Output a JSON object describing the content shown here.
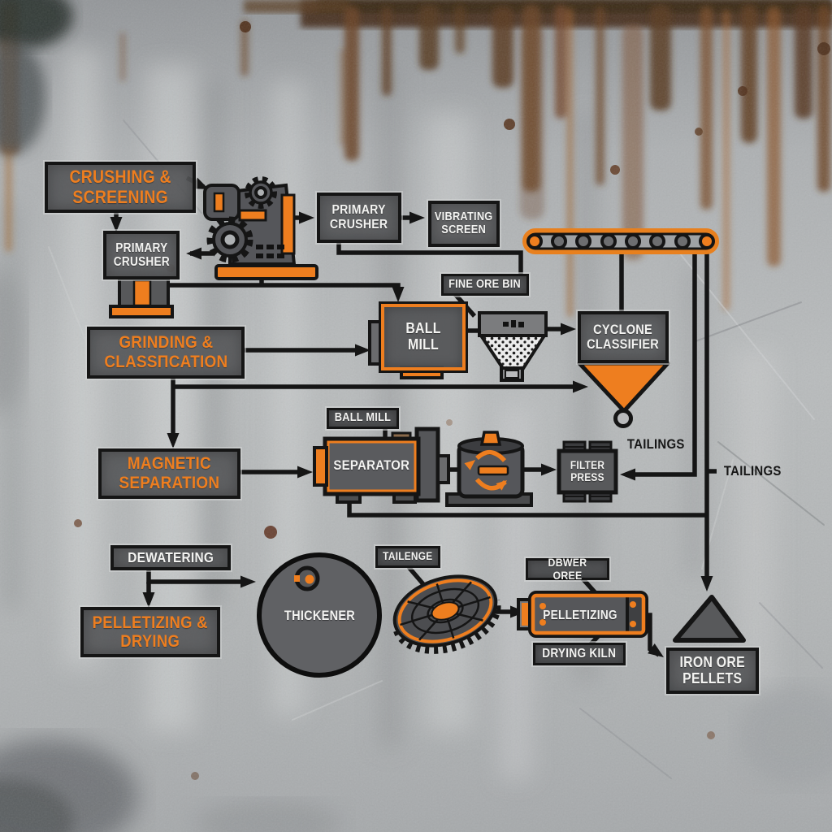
{
  "palette": {
    "orange": "#EE7E1F",
    "boxfill": "#58595B",
    "line": "#151515",
    "whitetext": "#F3F3F1",
    "darktext": "#161616",
    "background": "#B3B6B7",
    "rust": "#7A4C28"
  },
  "nodes": {
    "crushing_screening": {
      "label": "CRUSHING &\nSCREENING"
    },
    "primary_crusher_1": {
      "label": "PRIMARY\nCRUSHER"
    },
    "primary_crusher_2": {
      "label": "PRIMARY\nCRUSHER"
    },
    "vibrating_screen": {
      "label": "VIBRATING\nSCREEN"
    },
    "fine_ore_bin": {
      "label": "FINE ORE BIN"
    },
    "ball_mill": {
      "label": "BALL MILL"
    },
    "grinding_classification": {
      "label": "GRINDING &\nCLASSΠCATION"
    },
    "cyclone_classifier": {
      "label": "CYCLONE\nCLASSIFIER"
    },
    "magnetic_separation": {
      "label": "MAGNETIC\nSEPARATION"
    },
    "ball_mill_tag": {
      "label": "BALL MILL"
    },
    "separator": {
      "label": "SEPARATOR"
    },
    "filter_press": {
      "label": "FILTER\nPRESS"
    },
    "tailings_1": {
      "label": "TAILINGS"
    },
    "tailings_2": {
      "label": "TAILINGS"
    },
    "dewatering": {
      "label": "DEWATERING"
    },
    "pelletizing_drying": {
      "label": "PELLETIZING &\nDRYING"
    },
    "thickener": {
      "label": "THICKENER"
    },
    "tailenge_tag": {
      "label": "TAILENGE"
    },
    "dbwer_oree_tag": {
      "label": "DBWER OREE"
    },
    "pelletizing": {
      "label": "PELLETIZING"
    },
    "drying_kiln": {
      "label": "DRYING KILN"
    },
    "iron_ore_pellets": {
      "label": "IRON ORE\nPELLETS"
    }
  },
  "icons": [
    "crusher-machine-icon",
    "crusher-pedestal-icon",
    "conveyor-icon",
    "ore-hopper-icon",
    "cyclone-funnel-icon",
    "ball-mill-machine-icon",
    "magnetic-drum-icon",
    "filter-press-icon",
    "thickener-tank-icon",
    "disc-filter-icon",
    "rotary-kiln-icon",
    "stockpile-triangle-icon"
  ]
}
